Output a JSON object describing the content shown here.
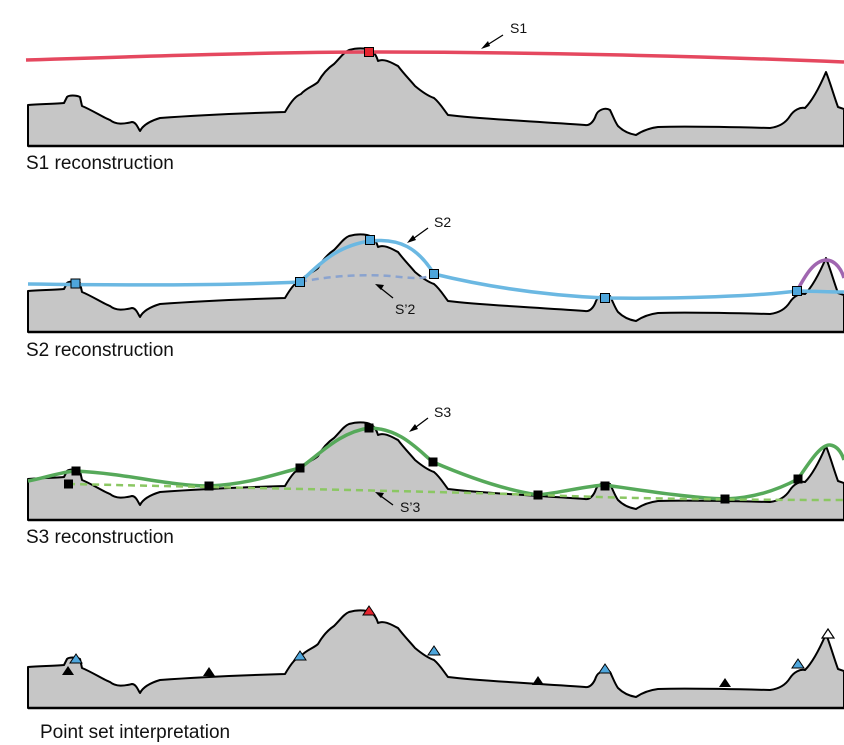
{
  "panels": [
    {
      "caption": "S1 reconstruction",
      "curves": [
        {
          "label": "S1",
          "color": "#e5485f",
          "style": "solid"
        }
      ],
      "marker_shape": "square"
    },
    {
      "caption": "S2 reconstruction",
      "curves": [
        {
          "label": "S2",
          "color": "#6bb8e2",
          "style": "solid"
        },
        {
          "label": "S’2",
          "color": "#8aa3cf",
          "style": "dashed"
        },
        {
          "label": "",
          "color": "#a066b0",
          "style": "solid"
        }
      ],
      "marker_shape": "square"
    },
    {
      "caption": "S3 reconstruction",
      "curves": [
        {
          "label": "S3",
          "color": "#56a95a",
          "style": "solid"
        },
        {
          "label": "S’3",
          "color": "#8bc763",
          "style": "dashed"
        }
      ],
      "marker_shape": "square"
    },
    {
      "caption": "Point set interpretation",
      "marker_shape": "triangle"
    }
  ],
  "colors": {
    "terrain_fill": "#c6c6c6",
    "outline": "#000000",
    "marker_red": "#e5252f",
    "marker_blue": "#4ea6dc",
    "marker_black": "#000000",
    "marker_white": "#ffffff"
  }
}
